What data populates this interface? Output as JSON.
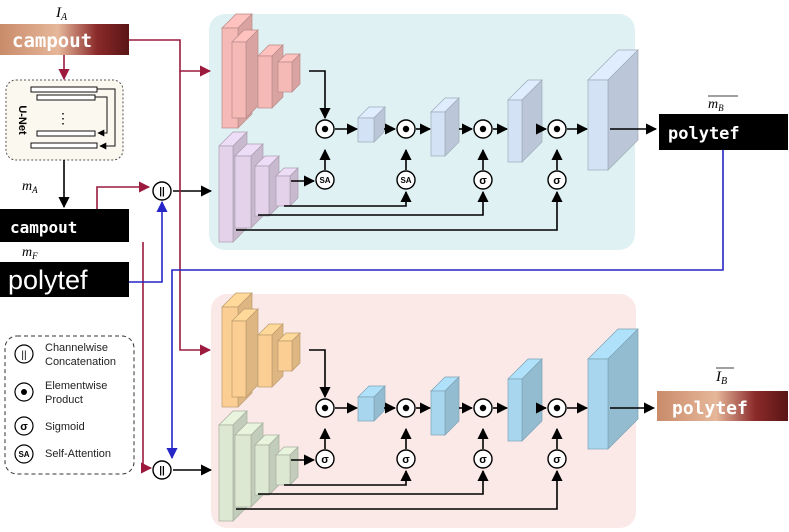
{
  "inputs": {
    "image_a_label": "I",
    "image_a_sub": "A",
    "image_a_text": "campout",
    "mask_a_label": "m",
    "mask_a_sub": "A",
    "mask_a_text": "campout",
    "mask_f_label": "m",
    "mask_f_sub": "F",
    "mask_f_text": "polytef"
  },
  "unet": {
    "label": "U-Net"
  },
  "outputs": {
    "mask_b_label": "m",
    "mask_b_sub": "B",
    "mask_b_text": "polytef",
    "image_b_label": "I",
    "image_b_sub": "B",
    "image_b_text": "polytef"
  },
  "ops": {
    "concat": "||",
    "sa": "SA",
    "sigmoid": "σ"
  },
  "legend": {
    "items": [
      {
        "symbol": "||",
        "label_lines": [
          "Channelwise",
          "Concatenation"
        ]
      },
      {
        "symbol": "dot",
        "label_lines": [
          "Elementwise",
          "Product"
        ]
      },
      {
        "symbol": "σ",
        "label_lines": [
          "Sigmoid"
        ]
      },
      {
        "symbol": "SA",
        "label_lines": [
          "Self-Attention"
        ]
      }
    ]
  },
  "colors": {
    "top_panel": "#dff1f3",
    "bottom_panel": "#fbe9e8",
    "red_blocks": "#f5b9b6",
    "purple_blocks": "#e3d2ea",
    "top_decoder": "#d4e2f6",
    "orange_blocks": "#fbcf93",
    "green_blocks": "#dde8d3",
    "bottom_decoder": "#a8d6ee",
    "arrow_red": "#9b1a3e",
    "arrow_blue": "#2525c8",
    "arrow_black": "#000000"
  }
}
